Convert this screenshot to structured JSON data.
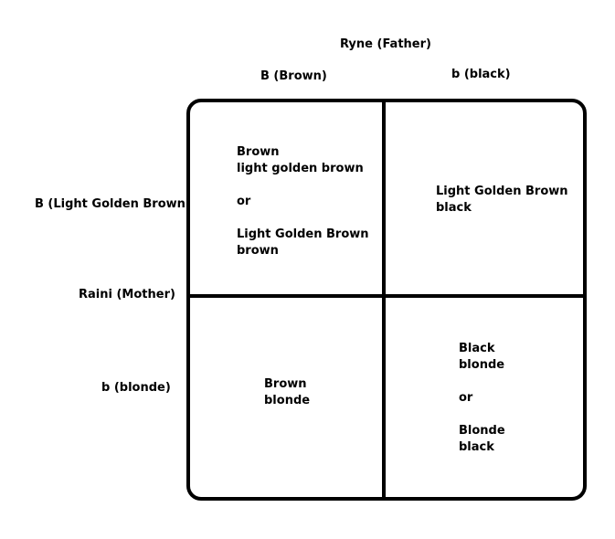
{
  "father": {
    "title": "Ryne (Father)",
    "allele_1": "B (Brown)",
    "allele_2": "b (black)"
  },
  "mother": {
    "title": "Raini (Mother)",
    "allele_1": "B (Light Golden Brown)",
    "allele_2": "b (blonde)"
  },
  "cells": {
    "top_left": [
      "Brown",
      "light golden brown",
      "",
      "or",
      "",
      "Light Golden Brown",
      "brown"
    ],
    "top_right": [
      "Light Golden Brown",
      "black"
    ],
    "bottom_left": [
      "Brown",
      "blonde"
    ],
    "bottom_right": [
      "Black",
      "blonde",
      "",
      "or",
      "",
      "Blonde",
      "black"
    ]
  }
}
